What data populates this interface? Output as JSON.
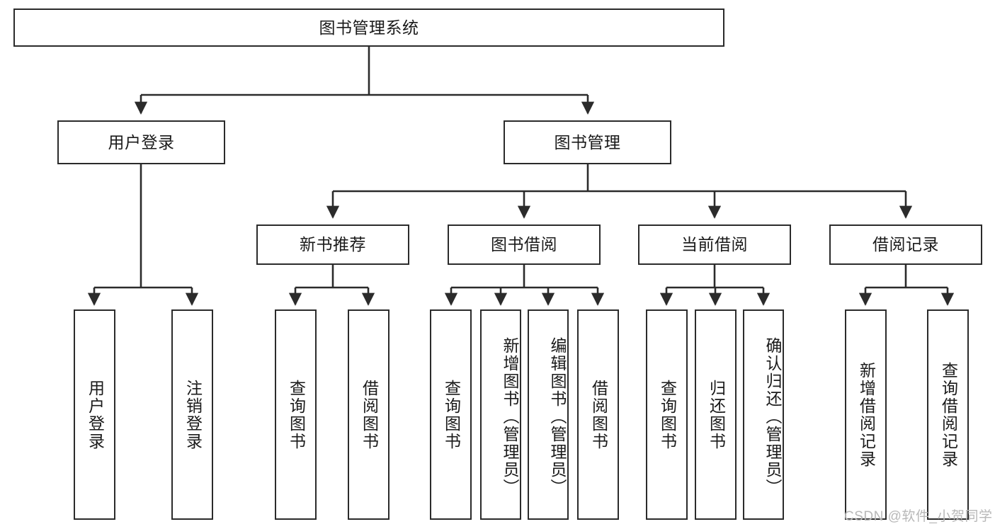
{
  "diagram": {
    "type": "tree",
    "title": "图书管理系统",
    "root": {
      "id": "root",
      "label": "图书管理系统"
    },
    "level1": [
      {
        "id": "user-login",
        "label": "用户登录"
      },
      {
        "id": "book-manage",
        "label": "图书管理"
      }
    ],
    "level2": [
      {
        "id": "new-book-recommend",
        "label": "新书推荐",
        "parent": "book-manage"
      },
      {
        "id": "book-borrow",
        "label": "图书借阅",
        "parent": "book-manage"
      },
      {
        "id": "current-borrow",
        "label": "当前借阅",
        "parent": "book-manage"
      },
      {
        "id": "borrow-record",
        "label": "借阅记录",
        "parent": "book-manage"
      }
    ],
    "leaves": [
      {
        "id": "leaf-user-login",
        "label": "用户登录",
        "parent": "user-login"
      },
      {
        "id": "leaf-logout",
        "label": "注销登录",
        "parent": "user-login"
      },
      {
        "id": "leaf-query-book-1",
        "label": "查询图书",
        "parent": "new-book-recommend"
      },
      {
        "id": "leaf-borrow-book-1",
        "label": "借阅图书",
        "parent": "new-book-recommend"
      },
      {
        "id": "leaf-query-book-2",
        "label": "查询图书",
        "parent": "book-borrow"
      },
      {
        "id": "leaf-add-book",
        "label": "新增图书（管理员）",
        "parent": "book-borrow"
      },
      {
        "id": "leaf-edit-book",
        "label": "编辑图书（管理员）",
        "parent": "book-borrow"
      },
      {
        "id": "leaf-borrow-book-2",
        "label": "借阅图书",
        "parent": "book-borrow"
      },
      {
        "id": "leaf-query-book-3",
        "label": "查询图书",
        "parent": "current-borrow"
      },
      {
        "id": "leaf-return-book",
        "label": "归还图书",
        "parent": "current-borrow"
      },
      {
        "id": "leaf-confirm-return",
        "label": "确认归还（管理员）",
        "parent": "current-borrow"
      },
      {
        "id": "leaf-add-record",
        "label": "新增借阅记录",
        "parent": "borrow-record"
      },
      {
        "id": "leaf-query-record",
        "label": "查询借阅记录",
        "parent": "borrow-record"
      }
    ]
  },
  "watermark": {
    "text": "CSDN @软件_小贺同学"
  },
  "colors": {
    "stroke": "#2b2b2b",
    "background": "#ffffff",
    "text": "#1a1a1a",
    "watermark": "#b8b8b8"
  }
}
